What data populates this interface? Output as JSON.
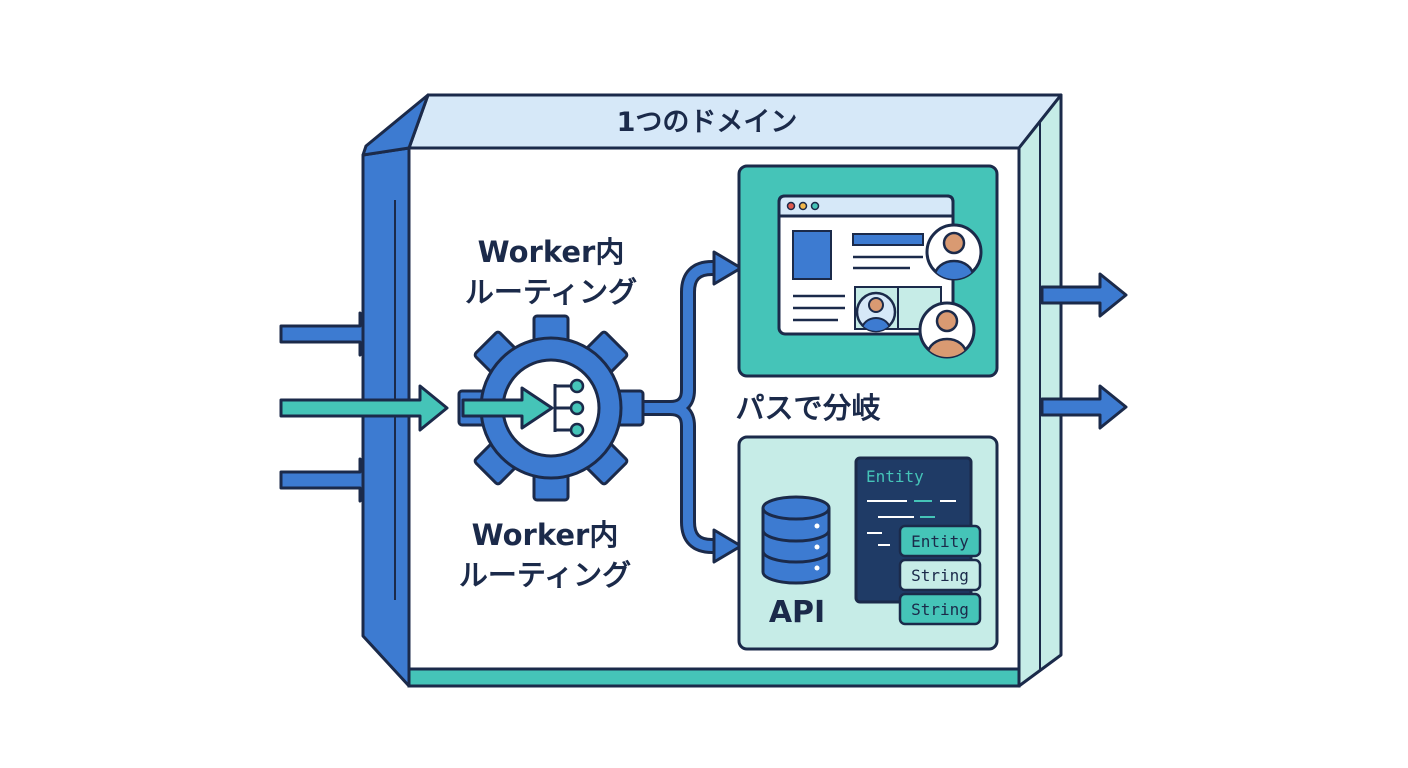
{
  "box": {
    "title": "1つのドメイン"
  },
  "gear": {
    "label_top": [
      "Worker内",
      "ルーティング"
    ],
    "label_bottom": [
      "Worker内",
      "ルーティング"
    ]
  },
  "branch": {
    "label": "パスで分岐"
  },
  "api": {
    "label": "API",
    "code_header": "Entity",
    "chips": [
      "Entity",
      "String",
      "String"
    ]
  },
  "colors": {
    "navy": "#1b2a4a",
    "blue": "#3d7bd1",
    "teal": "#45c4b8",
    "light_blue": "#d6e8f8",
    "light_teal": "#c6ece7"
  }
}
